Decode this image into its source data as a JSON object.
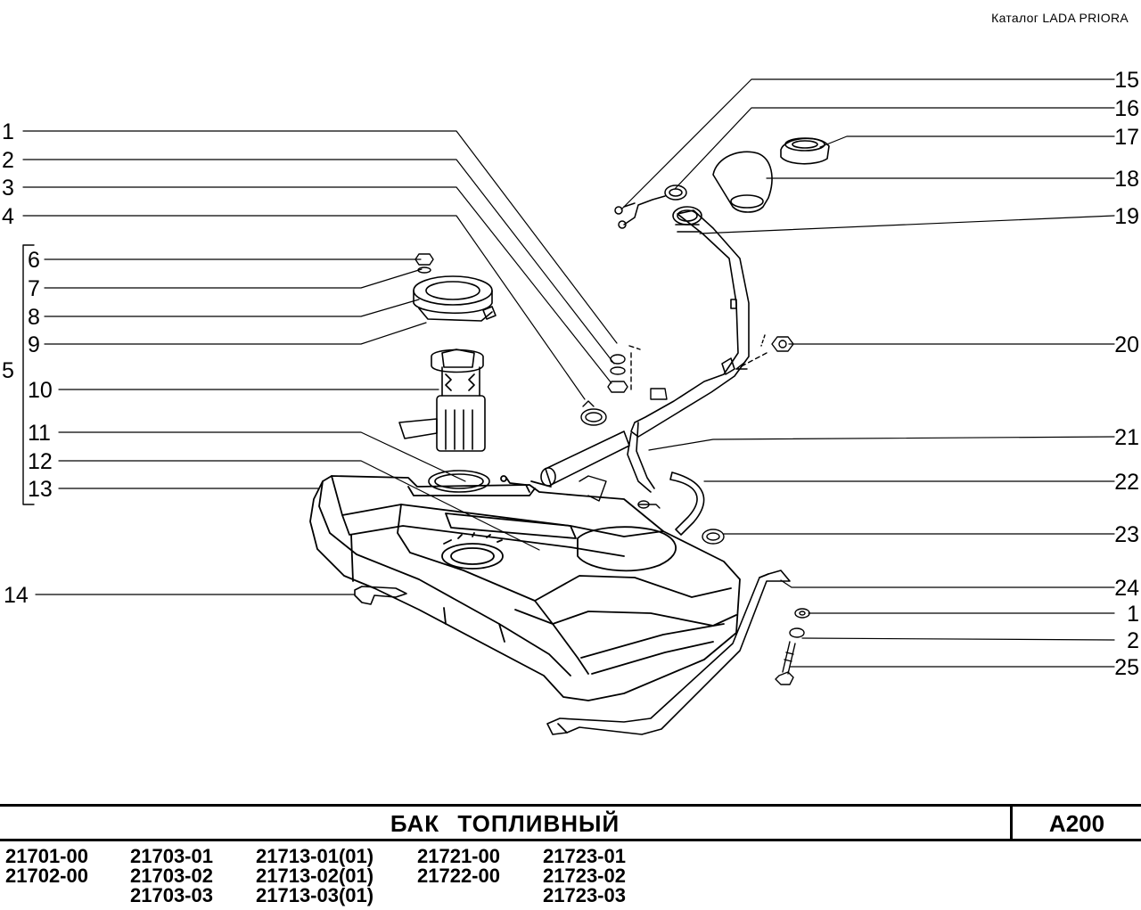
{
  "catalog_label": "Каталог  LADA  PRIORA",
  "callouts_left": [
    "1",
    "2",
    "3",
    "4",
    "6",
    "7",
    "8",
    "9",
    "10",
    "11",
    "12",
    "13",
    "14",
    "5"
  ],
  "callouts_right": [
    "15",
    "16",
    "17",
    "18",
    "19",
    "20",
    "21",
    "22",
    "23",
    "24",
    "1",
    "2",
    "25"
  ],
  "title": "БАК ТОПЛИВНЫЙ",
  "code": "А200",
  "models": [
    [
      "21701-00",
      "21702-00"
    ],
    [
      "21703-01",
      "21703-02",
      "21703-03"
    ],
    [
      "21713-01(01)",
      "21713-02(01)",
      "21713-03(01)"
    ],
    [
      "21721-00",
      "21722-00"
    ],
    [
      "21723-01",
      "21723-02",
      "21723-03"
    ]
  ]
}
